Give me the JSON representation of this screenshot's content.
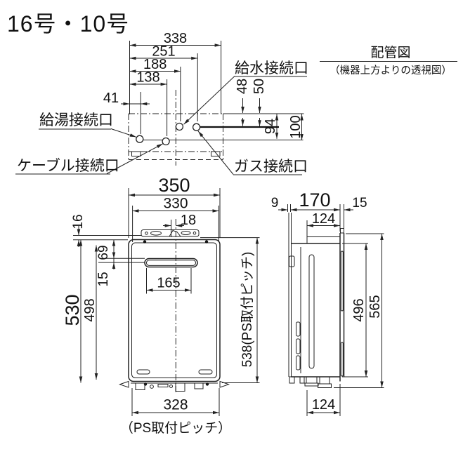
{
  "title": "16号・10号",
  "piping": {
    "caption_title": "配管図",
    "caption_sub": "（機器上方よりの透視図）",
    "labels": {
      "water_supply": "給水接続口",
      "hot_water": "給湯接続口",
      "cable": "ケーブル接続口",
      "gas": "ガス接続口"
    },
    "dims": {
      "total_width": "338",
      "gas_offset": "251",
      "water_offset": "188",
      "cable_offset": "138",
      "hot_water_offset": "41",
      "water_depth": "48",
      "gas_depth": "50",
      "depth_94": "94",
      "depth_100": "100"
    }
  },
  "front_view": {
    "dims": {
      "width_total": "350",
      "width_mount": "330",
      "flue_offset": "18",
      "bracket_height": "16",
      "vent_top_offset": "69",
      "vent_center_offset": "15",
      "vent_width": "165",
      "height_total": "530",
      "height_body": "498",
      "ps_pitch_v": "538(PS取付ピッチ)",
      "ps_pitch_h": "328"
    },
    "ps_note": "（PS取付ピッチ）"
  },
  "side_view": {
    "dims": {
      "bracket_depth": "9",
      "depth_total": "170",
      "front_depth": "15",
      "depth_mount_top": "124",
      "height_body": "496",
      "height_total": "565",
      "depth_mount_bottom": "124"
    }
  }
}
